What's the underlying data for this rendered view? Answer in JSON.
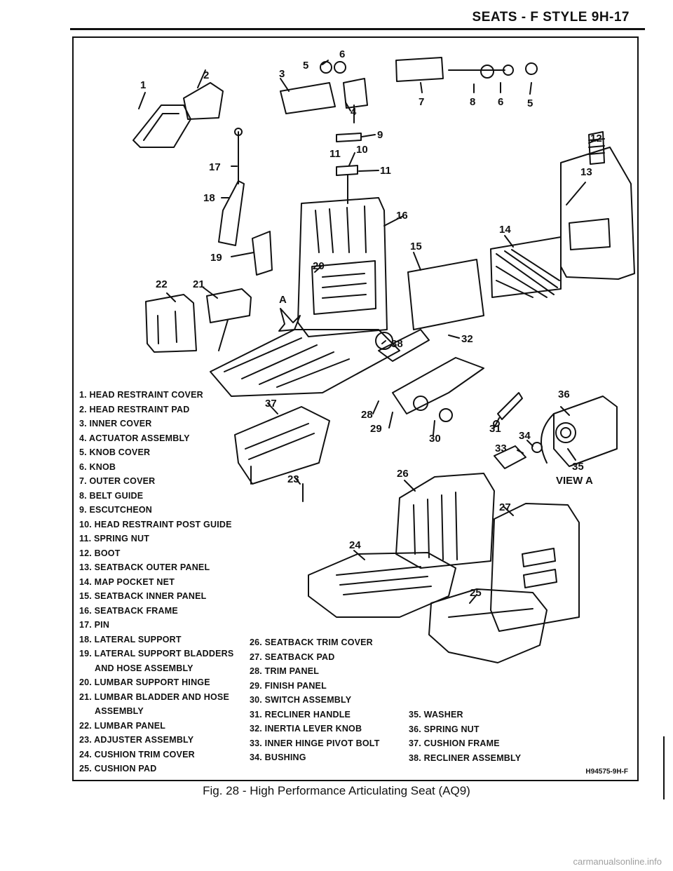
{
  "header": {
    "title": "SEATS - F STYLE 9H-17"
  },
  "figure": {
    "code": "H94575-9H-F",
    "caption": "Fig. 28 - High Performance Articulating Seat (AQ9)",
    "view_label": "VIEW A",
    "callout_a": "A"
  },
  "legend": {
    "col1": [
      "1. HEAD RESTRAINT COVER",
      "2. HEAD RESTRAINT PAD",
      "3. INNER COVER",
      "4. ACTUATOR ASSEMBLY",
      "5. KNOB COVER",
      "6. KNOB",
      "7. OUTER COVER",
      "8. BELT GUIDE",
      "9. ESCUTCHEON",
      "10. HEAD RESTRAINT POST GUIDE",
      "11. SPRING NUT",
      "12. BOOT",
      "13. SEATBACK OUTER PANEL",
      "14. MAP POCKET NET",
      "15. SEATBACK INNER PANEL",
      "16. SEATBACK FRAME",
      "17. PIN",
      "18. LATERAL SUPPORT",
      "19. LATERAL SUPPORT BLADDERS",
      "AND HOSE ASSEMBLY",
      "20. LUMBAR SUPPORT HINGE",
      "21. LUMBAR BLADDER AND HOSE",
      "ASSEMBLY",
      "22. LUMBAR PANEL",
      "23. ADJUSTER ASSEMBLY",
      "24. CUSHION TRIM COVER",
      "25. CUSHION PAD"
    ],
    "col2": [
      "26. SEATBACK TRIM COVER",
      "27. SEATBACK PAD",
      "28. TRIM PANEL",
      "29. FINISH PANEL",
      "30. SWITCH ASSEMBLY",
      "31. RECLINER HANDLE",
      "32. INERTIA LEVER KNOB",
      "33. INNER HINGE PIVOT BOLT",
      "34. BUSHING"
    ],
    "col3": [
      "35. WASHER",
      "36. SPRING NUT",
      "37. CUSHION FRAME",
      "38. RECLINER ASSEMBLY"
    ]
  },
  "callouts": [
    "1",
    "2",
    "3",
    "4",
    "5",
    "6",
    "7",
    "8",
    "6",
    "5",
    "9",
    "10",
    "11",
    "11",
    "12",
    "13",
    "14",
    "15",
    "16",
    "17",
    "18",
    "19",
    "20",
    "21",
    "22",
    "23",
    "24",
    "25",
    "26",
    "27",
    "28",
    "29",
    "30",
    "31",
    "32",
    "33",
    "34",
    "35",
    "36",
    "37",
    "38"
  ],
  "watermark": "carmanualsonline.info"
}
